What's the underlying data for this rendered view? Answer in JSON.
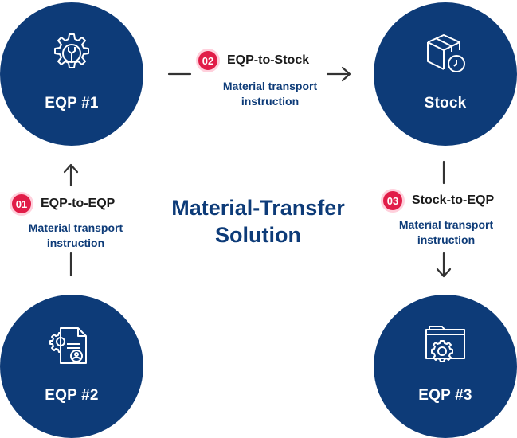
{
  "title": "Material-Transfer Solution",
  "nodes": {
    "eqp1": {
      "label": "EQP #1",
      "icon": "gear-wrench-icon"
    },
    "stock": {
      "label": "Stock",
      "icon": "box-clock-icon"
    },
    "eqp2": {
      "label": "EQP #2",
      "icon": "document-gear-icon"
    },
    "eqp3": {
      "label": "EQP #3",
      "icon": "folder-gear-icon"
    }
  },
  "steps": [
    {
      "number": "01",
      "title": "EQP-to-EQP",
      "description": "Material transport instruction"
    },
    {
      "number": "02",
      "title": "EQP-to-Stock",
      "description": "Material transport instruction"
    },
    {
      "number": "03",
      "title": "Stock-to-EQP",
      "description": "Material transport instruction"
    }
  ],
  "colors": {
    "node": "#0d3b78",
    "badge": "#e11d48",
    "badge_ring": "#ffd0dc",
    "text_accent": "#0d3b78"
  }
}
